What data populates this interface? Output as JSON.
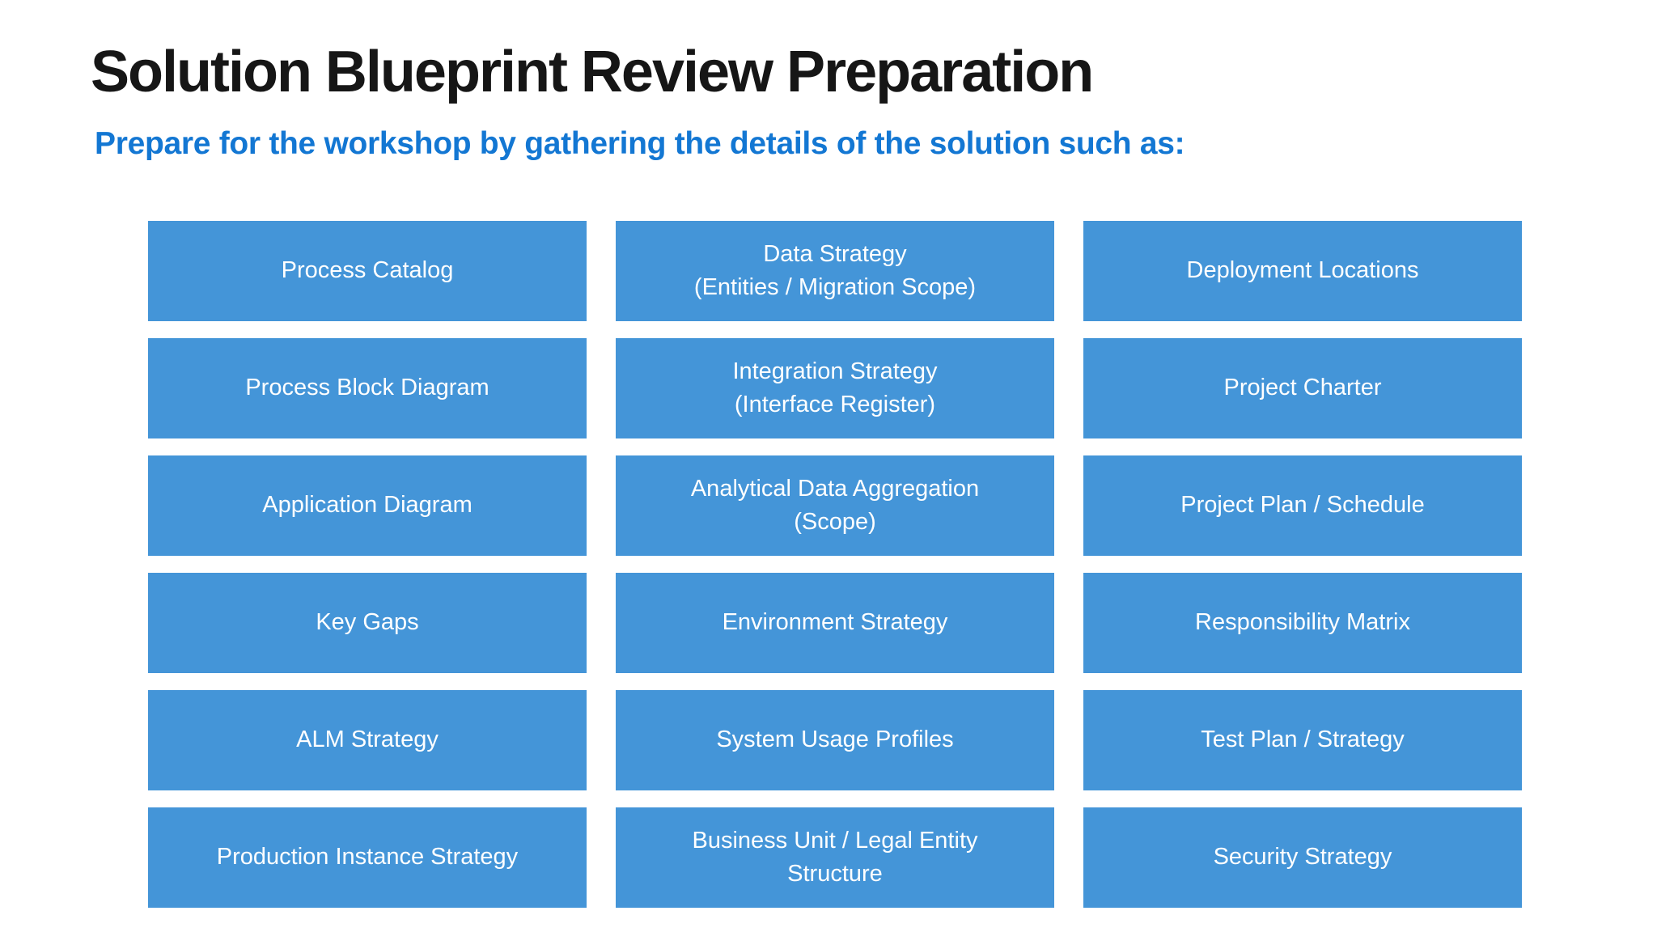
{
  "slide": {
    "title": "Solution Blueprint Review Preparation",
    "subtitle": "Prepare for the workshop by gathering the details of the solution such as:"
  },
  "colors": {
    "background": "#ffffff",
    "title": "#161616",
    "subtitle": "#1377d3",
    "box_fill": "#4495d8",
    "box_text": "#ffffff"
  },
  "grid": {
    "rows": [
      {
        "cells": [
          {
            "label": "Process Catalog"
          },
          {
            "label": "Data Strategy\n(Entities / Migration Scope)"
          },
          {
            "label": "Deployment Locations"
          }
        ]
      },
      {
        "cells": [
          {
            "label": "Process Block Diagram"
          },
          {
            "label": "Integration Strategy\n(Interface Register)"
          },
          {
            "label": "Project Charter"
          }
        ]
      },
      {
        "cells": [
          {
            "label": "Application Diagram"
          },
          {
            "label": "Analytical Data Aggregation\n(Scope)"
          },
          {
            "label": "Project Plan / Schedule"
          }
        ]
      },
      {
        "cells": [
          {
            "label": "Key Gaps"
          },
          {
            "label": "Environment Strategy"
          },
          {
            "label": "Responsibility Matrix"
          }
        ]
      },
      {
        "cells": [
          {
            "label": "ALM Strategy"
          },
          {
            "label": "System Usage Profiles"
          },
          {
            "label": "Test Plan / Strategy"
          }
        ]
      },
      {
        "cells": [
          {
            "label": "Production Instance Strategy"
          },
          {
            "label": "Business Unit / Legal Entity\nStructure"
          },
          {
            "label": "Security Strategy"
          }
        ]
      }
    ]
  }
}
